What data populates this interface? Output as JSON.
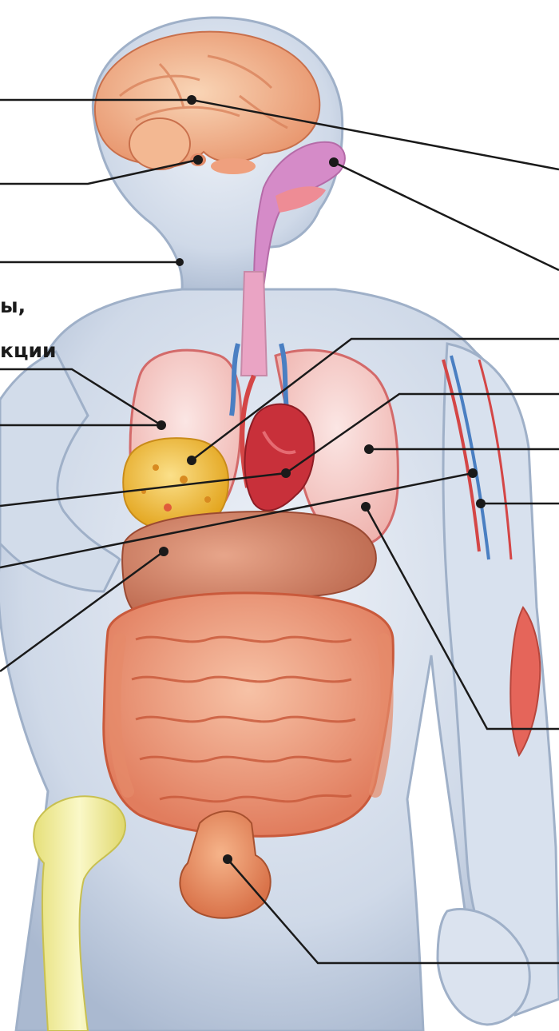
{
  "partial_label": {
    "line1": "ы,",
    "line2": "кции"
  },
  "colors": {
    "background": "#ffffff",
    "body_silhouette": "#cfd9e8",
    "body_outline": "#9fb0c8",
    "brain": "#f0a886",
    "intestines": "#ef9a7c",
    "liver": "#cd7a5c",
    "lungs": "#f4c4c0",
    "heart": "#c8303a",
    "gland_yellow": "#f2c23c",
    "femur": "#f1efa4",
    "airway_pink": "#d58bc8",
    "vessel_red": "#d44646",
    "vessel_blue": "#4a7fc2",
    "leader_line": "#1a1a1a"
  },
  "leader_line_count": 16,
  "icons": [
    "dot-marker"
  ]
}
